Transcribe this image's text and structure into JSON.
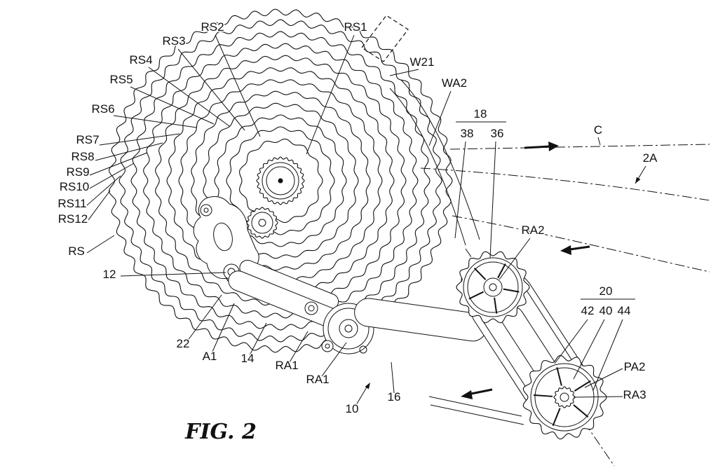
{
  "figure": {
    "caption": "FIG. 2",
    "colors": {
      "ink": "#111111",
      "background": "#ffffff"
    },
    "labels": {
      "rs1": "RS1",
      "rs2": "RS2",
      "rs3": "RS3",
      "rs4": "RS4",
      "rs5": "RS5",
      "rs6": "RS6",
      "rs7": "RS7",
      "rs8": "RS8",
      "rs9": "RS9",
      "rs10": "RS10",
      "rs11": "RS11",
      "rs12": "RS12",
      "rs": "RS",
      "w21": "W21",
      "wa2": "WA2",
      "c": "C",
      "a2": "2A",
      "n18": "18",
      "n38": "38",
      "n36": "36",
      "n20": "20",
      "n42": "42",
      "n40": "40",
      "n44": "44",
      "ra1_upper": "RA1",
      "ra1_lower": "RA1",
      "ra2": "RA2",
      "ra3": "RA3",
      "pa2": "PA2",
      "a1": "A1",
      "n10": "10",
      "n12": "12",
      "n14": "14",
      "n16": "16",
      "n22": "22"
    }
  }
}
